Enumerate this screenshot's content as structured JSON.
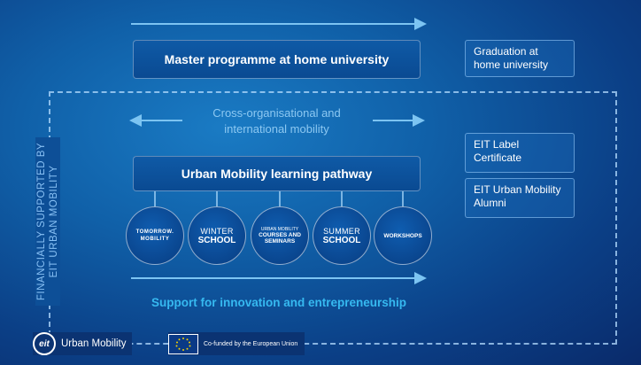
{
  "master_box": "Master programme at home university",
  "graduation_box": "Graduation at home university",
  "cross_label": "Cross-organisational and international mobility",
  "pathway_box": "Urban Mobility learning pathway",
  "eit_label_box": "EIT Label Certificate",
  "alumni_box": "EIT Urban Mobility Alumni",
  "vertical_label": "FINANCIALLY SUPPORTED BY EIT URBAN MOBILITY",
  "circles": {
    "tomorrow": {
      "line1": "TOMORROW.",
      "line2": "MOBILITY",
      "line3": ""
    },
    "winter": {
      "line1": "WINTER",
      "line2": "SCHOOL"
    },
    "courses": {
      "line1": "URBAN MOBILITY",
      "line2": "COURSES AND",
      "line3": "SEMINARS"
    },
    "summer": {
      "line1": "SUMMER",
      "line2": "SCHOOL"
    },
    "workshops": {
      "line1": "WORKSHOPS"
    }
  },
  "support_label": "Support for innovation and entrepreneurship",
  "footer": {
    "eit_logo_text": "eit",
    "eit_org_name": "Urban Mobility",
    "eu_cofunded": "Co-funded by the European Union"
  },
  "colors": {
    "background": "#1060a8",
    "accent_text": "#36b9f0",
    "light_text": "#8cc8f2",
    "arrow": "#7cc4f2"
  }
}
